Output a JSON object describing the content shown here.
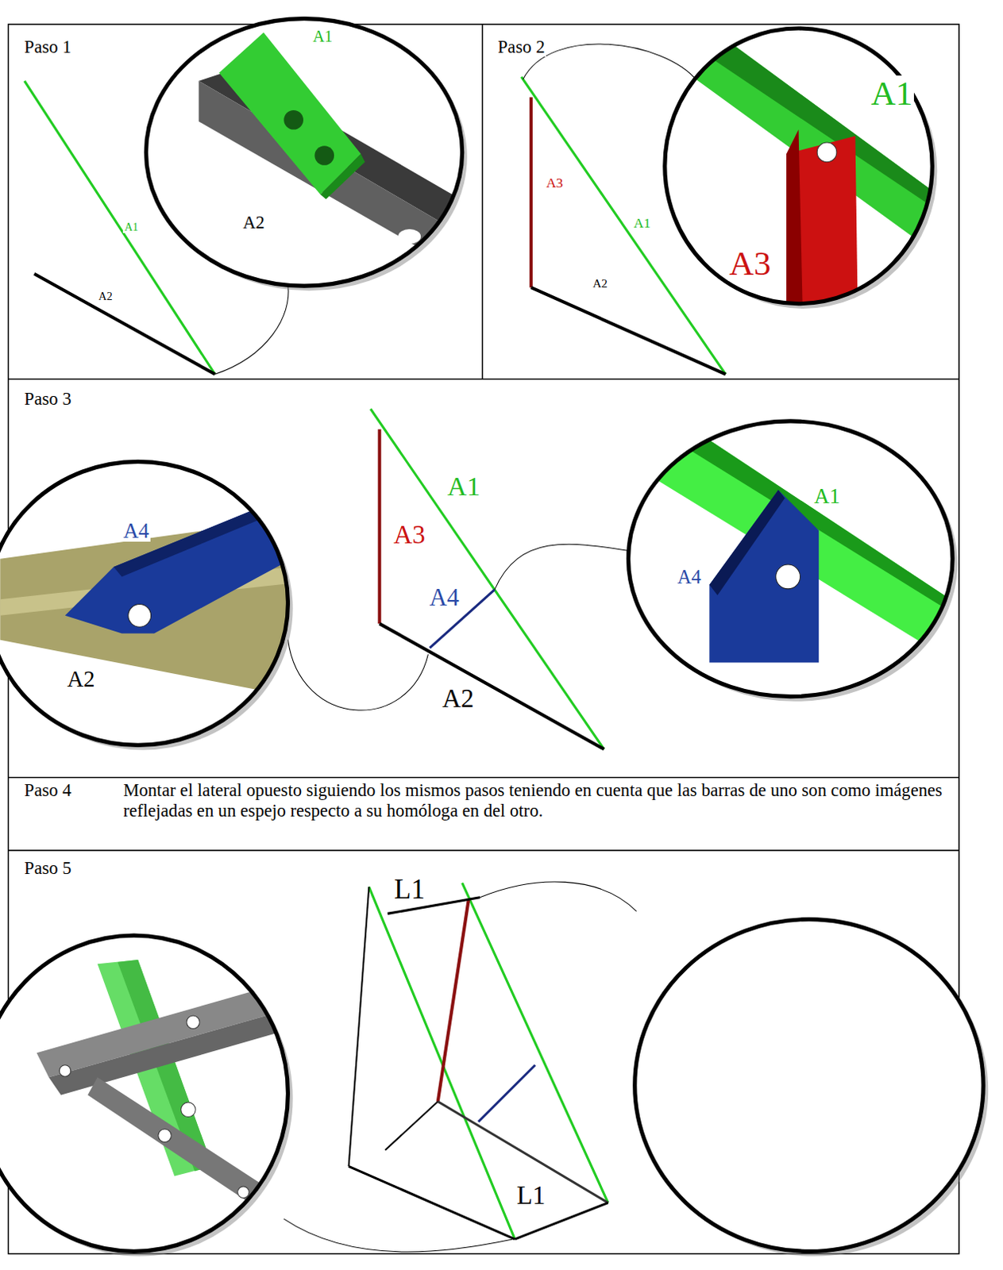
{
  "diagram": {
    "labels": [
      "Paso 1",
      "A1",
      "A2",
      "A1",
      "A2",
      "Paso 2",
      "A3",
      "A1",
      "A2",
      "A1",
      "A3",
      "Paso 3",
      "A1",
      "A3",
      "A4",
      "A2",
      "A4",
      "A2",
      "A1",
      "A4",
      "Paso 4",
      "Montar el lateral opuesto siguiendo los mismos pasos teniendo en cuenta que las barras de uno son como imágenes reflejadas en un espejo respecto a su homóloga en del otro.",
      "Paso 5",
      "L1",
      "L1"
    ]
  }
}
